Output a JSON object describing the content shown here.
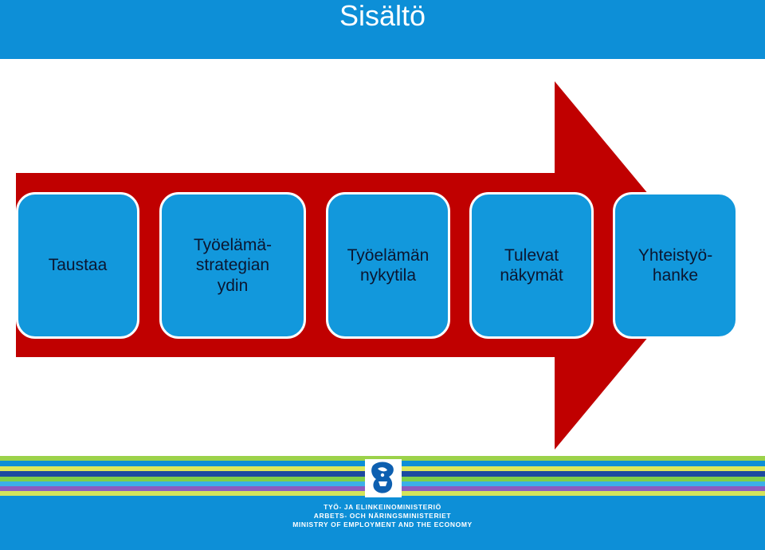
{
  "title": "Sisältö",
  "steps": [
    {
      "label": "Taustaa"
    },
    {
      "label": "Työelämä-\nstrategian\nydin"
    },
    {
      "label": "Työelämän\nnykytila"
    },
    {
      "label": "Tulevat\nnäkymät"
    },
    {
      "label": "Yhteistyö-\nhanke"
    }
  ],
  "colors": {
    "header": "#0d8fd7",
    "arrow": "#c00000",
    "box": "#1298dc",
    "box_text": "#0b1630",
    "stripes": [
      "#9bd24a",
      "#0d8fd7",
      "#dbe85a",
      "#1c4aa0",
      "#7fcf4a",
      "#3bb0e8",
      "#8c5bbf",
      "#d3e35b"
    ]
  },
  "footer": {
    "logo": "lion-crest-icon",
    "line1": "TYÖ- JA ELINKEINOMINISTERIÖ",
    "line2": "ARBETS- OCH NÄRINGSMINISTERIET",
    "line3": "MINISTRY OF EMPLOYMENT AND THE ECONOMY"
  }
}
